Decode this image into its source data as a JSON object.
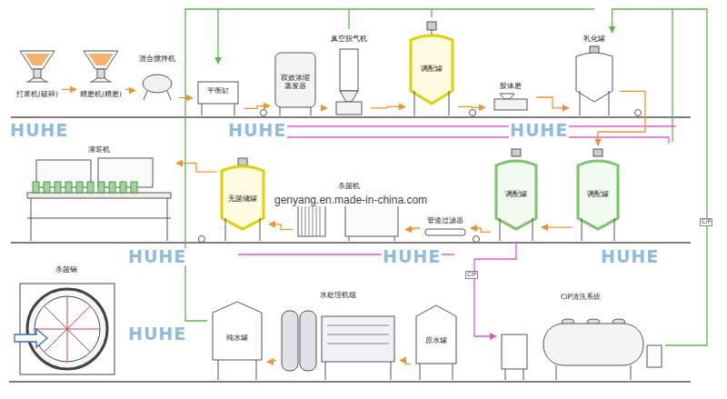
{
  "diagram": {
    "nodes": [
      {
        "text": [
          "打浆机(破碎)"
        ]
      },
      {
        "text": [
          "精磨机(精磨)"
        ]
      },
      {
        "text": [
          "混合搅拌机"
        ]
      },
      {
        "text": [
          "平衡缸"
        ]
      },
      {
        "text": [
          "双效浓缩 蒸发器"
        ]
      },
      {
        "text": [
          "真空脱气机"
        ]
      },
      {
        "text": [
          "调配罐"
        ]
      },
      {
        "text": [
          "胶体磨"
        ]
      },
      {
        "text": [
          "乳化罐"
        ]
      },
      {
        "text": [
          "灌装机"
        ]
      },
      {
        "text": [
          "无菌储罐"
        ]
      },
      {
        "text": [
          "杀菌机"
        ]
      },
      {
        "text": [
          "管道过滤器"
        ]
      },
      {
        "text": [
          "调配罐"
        ]
      },
      {
        "text": [
          "调配罐"
        ]
      },
      {
        "text": [
          "杀菌锅"
        ]
      },
      {
        "text": [
          "纯水罐"
        ]
      },
      {
        "text": [
          "水处理机组"
        ]
      },
      {
        "text": [
          "原水罐"
        ]
      },
      {
        "text": [
          "CIP清洗系统"
        ]
      }
    ],
    "edges": [
      {
        "from": 0,
        "to": 1,
        "arrow": "to"
      },
      {
        "from": 1,
        "to": 2,
        "arrow": "to"
      },
      {
        "from": 2,
        "to": 3,
        "arrow": "to"
      },
      {
        "from": 3,
        "to": 4,
        "arrow": "to"
      },
      {
        "from": 4,
        "to": 5,
        "arrow": "to"
      },
      {
        "from": 5,
        "to": 6,
        "arrow": "to"
      },
      {
        "from": 6,
        "to": 7,
        "arrow": "to"
      },
      {
        "from": 7,
        "to": 8,
        "arrow": "to"
      },
      {
        "from": 8,
        "to": 14,
        "arrow": "to"
      },
      {
        "from": 14,
        "to": 13,
        "arrow": "to"
      },
      {
        "from": 13,
        "to": 12,
        "arrow": "to"
      },
      {
        "from": 12,
        "to": 11,
        "arrow": "to"
      },
      {
        "from": 11,
        "to": 10,
        "arrow": "to"
      },
      {
        "from": 10,
        "to": 9,
        "arrow": "to"
      },
      {
        "from": 18,
        "to": 17,
        "arrow": "to"
      },
      {
        "from": 17,
        "to": 16,
        "arrow": "to"
      },
      {
        "from": 16,
        "to": 3,
        "arrow": "to"
      },
      {
        "from": 19,
        "to": 8,
        "arrow": "to"
      },
      {
        "from": 13,
        "to": 19,
        "arrow": "to"
      }
    ],
    "labels": [
      "HUHE",
      "HUHE",
      "HUHE",
      "HUHE",
      "HUHE",
      "HUHE",
      "HUHE",
      "genyang.en.made-in-china.com",
      "CIP",
      "CIP"
    ]
  }
}
